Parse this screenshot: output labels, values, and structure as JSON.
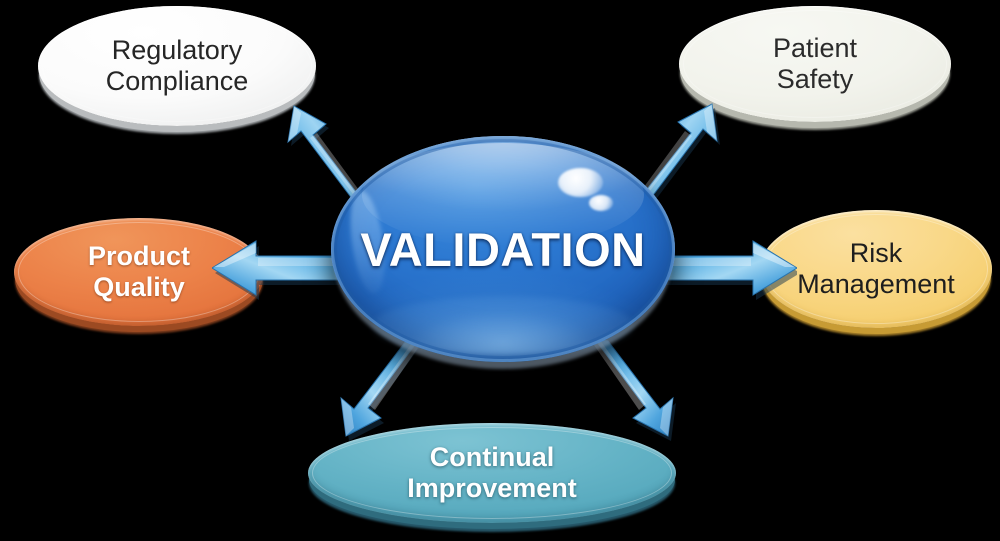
{
  "diagram": {
    "title": "VALIDATION",
    "background_color": "#000000",
    "center": {
      "label": "VALIDATION",
      "shape": "ellipse",
      "color": "#1f63bd",
      "text_color": "#ffffff"
    },
    "nodes": [
      {
        "id": "regulatory-compliance",
        "label": "Regulatory\nCompliance",
        "position": "top-left",
        "color": "#f1f2f2",
        "text_color": "#262626"
      },
      {
        "id": "patient-safety",
        "label": "Patient\nSafety",
        "position": "top-right",
        "color": "#eff0e9",
        "text_color": "#2b2b2b"
      },
      {
        "id": "product-quality",
        "label": "Product\nQuality",
        "position": "left",
        "color": "#e8763f",
        "text_color": "#ffffff"
      },
      {
        "id": "risk-management",
        "label": "Risk\nManagement",
        "position": "right",
        "color": "#f6cf6d",
        "text_color": "#1e1e1e"
      },
      {
        "id": "continual-improvement",
        "label": "Continual\nImprovement",
        "position": "bottom",
        "color": "#55a7bb",
        "text_color": "#ffffff"
      }
    ],
    "arrows": [
      {
        "id": "arrow-up-left",
        "from": "VALIDATION",
        "to": "Regulatory Compliance",
        "direction": "up-left",
        "color": "#4aa3dd"
      },
      {
        "id": "arrow-up-right",
        "from": "VALIDATION",
        "to": "Patient Safety",
        "direction": "up-right",
        "color": "#4aa3dd"
      },
      {
        "id": "arrow-left",
        "from": "VALIDATION",
        "to": "Product Quality",
        "direction": "left",
        "color": "#4aa3dd"
      },
      {
        "id": "arrow-right",
        "from": "VALIDATION",
        "to": "Risk Management",
        "direction": "right",
        "color": "#4aa3dd"
      },
      {
        "id": "arrow-down-left",
        "from": "VALIDATION",
        "to": "Continual Improvement",
        "direction": "down-left",
        "color": "#4aa3dd"
      },
      {
        "id": "arrow-down-right",
        "from": "VALIDATION",
        "to": "Continual Improvement",
        "direction": "down-right",
        "color": "#4aa3dd"
      }
    ]
  }
}
